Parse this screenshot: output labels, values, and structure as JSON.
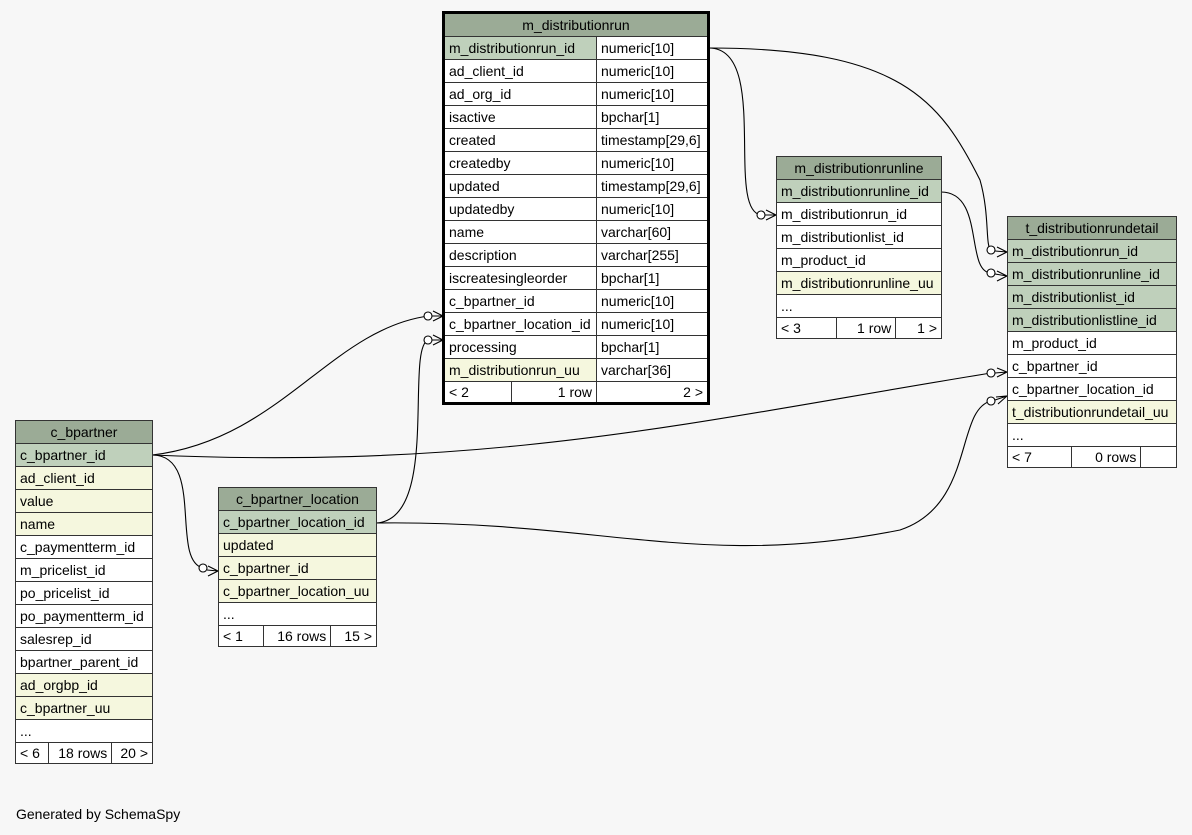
{
  "tables": {
    "m_distributionrun": {
      "name": "m_distributionrun",
      "columns": [
        {
          "name": "m_distributionrun_id",
          "type": "numeric[10]"
        },
        {
          "name": "ad_client_id",
          "type": "numeric[10]"
        },
        {
          "name": "ad_org_id",
          "type": "numeric[10]"
        },
        {
          "name": "isactive",
          "type": "bpchar[1]"
        },
        {
          "name": "created",
          "type": "timestamp[29,6]"
        },
        {
          "name": "createdby",
          "type": "numeric[10]"
        },
        {
          "name": "updated",
          "type": "timestamp[29,6]"
        },
        {
          "name": "updatedby",
          "type": "numeric[10]"
        },
        {
          "name": "name",
          "type": "varchar[60]"
        },
        {
          "name": "description",
          "type": "varchar[255]"
        },
        {
          "name": "iscreatesingleorder",
          "type": "bpchar[1]"
        },
        {
          "name": "c_bpartner_id",
          "type": "numeric[10]"
        },
        {
          "name": "c_bpartner_location_id",
          "type": "numeric[10]"
        },
        {
          "name": "processing",
          "type": "bpchar[1]"
        },
        {
          "name": "m_distributionrun_uu",
          "type": "varchar[36]"
        }
      ],
      "footer": {
        "parents": "< 2",
        "rows": "1 row",
        "children": "2 >"
      }
    },
    "m_distributionrunline": {
      "name": "m_distributionrunline",
      "columns": [
        "m_distributionrunline_id",
        "m_distributionrun_id",
        "m_distributionlist_id",
        "m_product_id",
        "m_distributionrunline_uu",
        "..."
      ],
      "footer": {
        "parents": "< 3",
        "rows": "1 row",
        "children": "1 >"
      }
    },
    "t_distributionrundetail": {
      "name": "t_distributionrundetail",
      "columns": [
        "m_distributionrun_id",
        "m_distributionrunline_id",
        "m_distributionlist_id",
        "m_distributionlistline_id",
        "m_product_id",
        "c_bpartner_id",
        "c_bpartner_location_id",
        "t_distributionrundetail_uu",
        "..."
      ],
      "footer": {
        "parents": "< 7",
        "rows": "0 rows",
        "children": ""
      }
    },
    "c_bpartner": {
      "name": "c_bpartner",
      "columns": [
        "c_bpartner_id",
        "ad_client_id",
        "value",
        "name",
        "c_paymentterm_id",
        "m_pricelist_id",
        "po_pricelist_id",
        "po_paymentterm_id",
        "salesrep_id",
        "bpartner_parent_id",
        "ad_orgbp_id",
        "c_bpartner_uu",
        "..."
      ],
      "footer": {
        "parents": "< 6",
        "rows": "18 rows",
        "children": "20 >"
      }
    },
    "c_bpartner_location": {
      "name": "c_bpartner_location",
      "columns": [
        "c_bpartner_location_id",
        "updated",
        "c_bpartner_id",
        "c_bpartner_location_uu",
        "..."
      ],
      "footer": {
        "parents": "< 1",
        "rows": "16 rows",
        "children": "15 >"
      }
    }
  },
  "footer_text": "Generated by SchemaSpy",
  "colors": {
    "title": "#9bab96",
    "primary_key": "#bfd0bb",
    "indexed": "#f5f7de",
    "background": "#f7f7f7"
  }
}
